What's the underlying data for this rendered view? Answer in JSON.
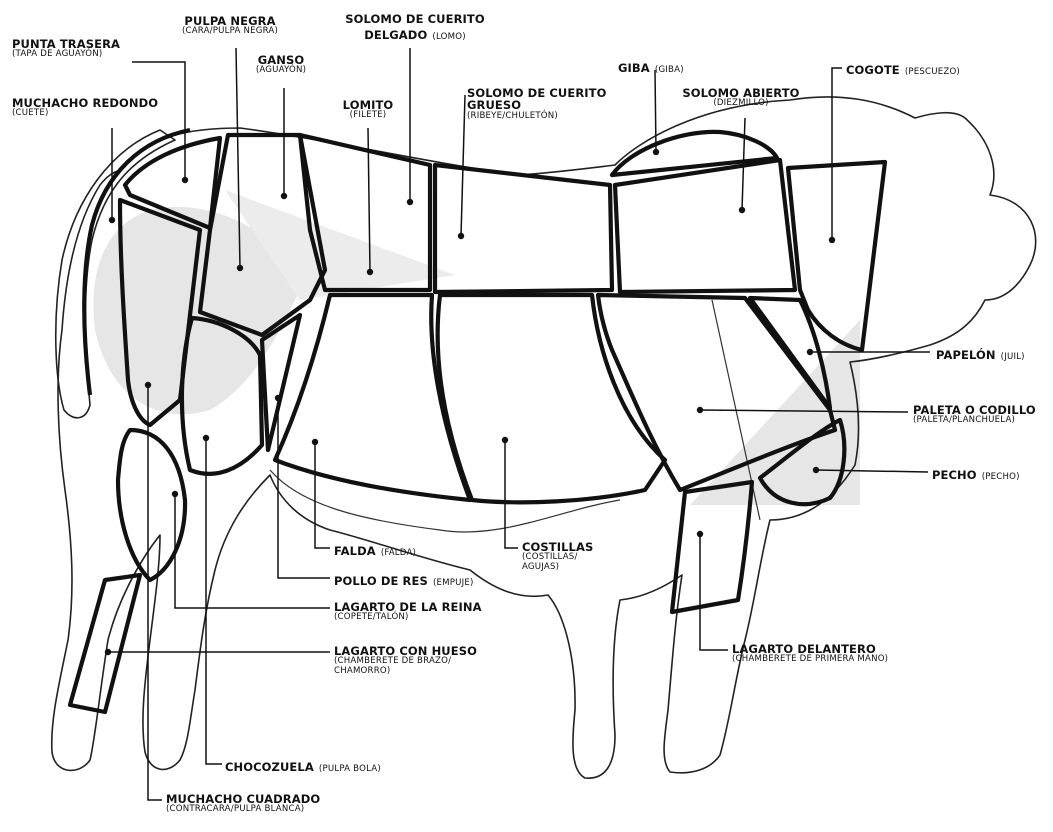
{
  "colors": {
    "ink": "#111111",
    "shade": "#e8e8e8",
    "background": "#ffffff"
  },
  "labels": {
    "punta_trasera": {
      "name": "PUNTA TRASERA",
      "alt": "(TAPA DE AGUAYÓN)"
    },
    "muchacho_redondo": {
      "name": "MUCHACHO REDONDO",
      "alt": "(CUETE)"
    },
    "pulpa_negra": {
      "name": "PULPA NEGRA",
      "alt": "(CARA/PULPA NEGRA)"
    },
    "ganso": {
      "name": "GANSO",
      "alt": "(AGUAYÓN)"
    },
    "solomo_delgado": {
      "name_line1": "SOLOMO DE CUERITO",
      "name_line2": "DELGADO",
      "alt": "(LOMO)"
    },
    "lomito": {
      "name": "LOMITO",
      "alt": "(FILETE)"
    },
    "solomo_grueso": {
      "name_line1": "SOLOMO DE CUERITO",
      "name_line2": "GRUESO",
      "alt": "(RIBEYE/CHULETÓN)"
    },
    "giba": {
      "name": "GIBA",
      "alt": "(GIBA)"
    },
    "solomo_abierto": {
      "name": "SOLOMO ABIERTO",
      "alt": "(DIEZMILLO)"
    },
    "cogote": {
      "name": "COGOTE",
      "alt": "(PESCUEZO)"
    },
    "papelon": {
      "name": "PAPELÓN",
      "alt": "(JUIL)"
    },
    "paleta": {
      "name": "PALETA O CODILLO",
      "alt": "(PALETA/PLANCHUELA)"
    },
    "pecho": {
      "name": "PECHO",
      "alt": "(PECHO)"
    },
    "falda": {
      "name": "FALDA",
      "alt": "(FALDA)"
    },
    "costillas": {
      "name": "COSTILLAS",
      "alt_line1": "(COSTILLAS/",
      "alt_line2": "AGUJAS)"
    },
    "pollo_de_res": {
      "name": "POLLO DE RES",
      "alt": "(EMPUJE)"
    },
    "lagarto_reina": {
      "name": "LAGARTO DE LA REINA",
      "alt": "(COPETE/TALÓN)"
    },
    "lagarto_hueso": {
      "name": "LAGARTO CON HUESO",
      "alt_line1": "(CHAMBERETE DE BRAZO/",
      "alt_line2": "CHAMORRO)"
    },
    "lagarto_delantero": {
      "name": "LAGARTO DELANTERO",
      "alt": "(CHAMBERETE DE PRIMERA MANO)"
    },
    "chocozuela": {
      "name": "CHOCOZUELA",
      "alt": "(PULPA BOLA)"
    },
    "muchacho_cuadrado": {
      "name": "MUCHACHO CUADRADO",
      "alt": "(CONTRACARA/PULPA BLANCA)"
    }
  }
}
